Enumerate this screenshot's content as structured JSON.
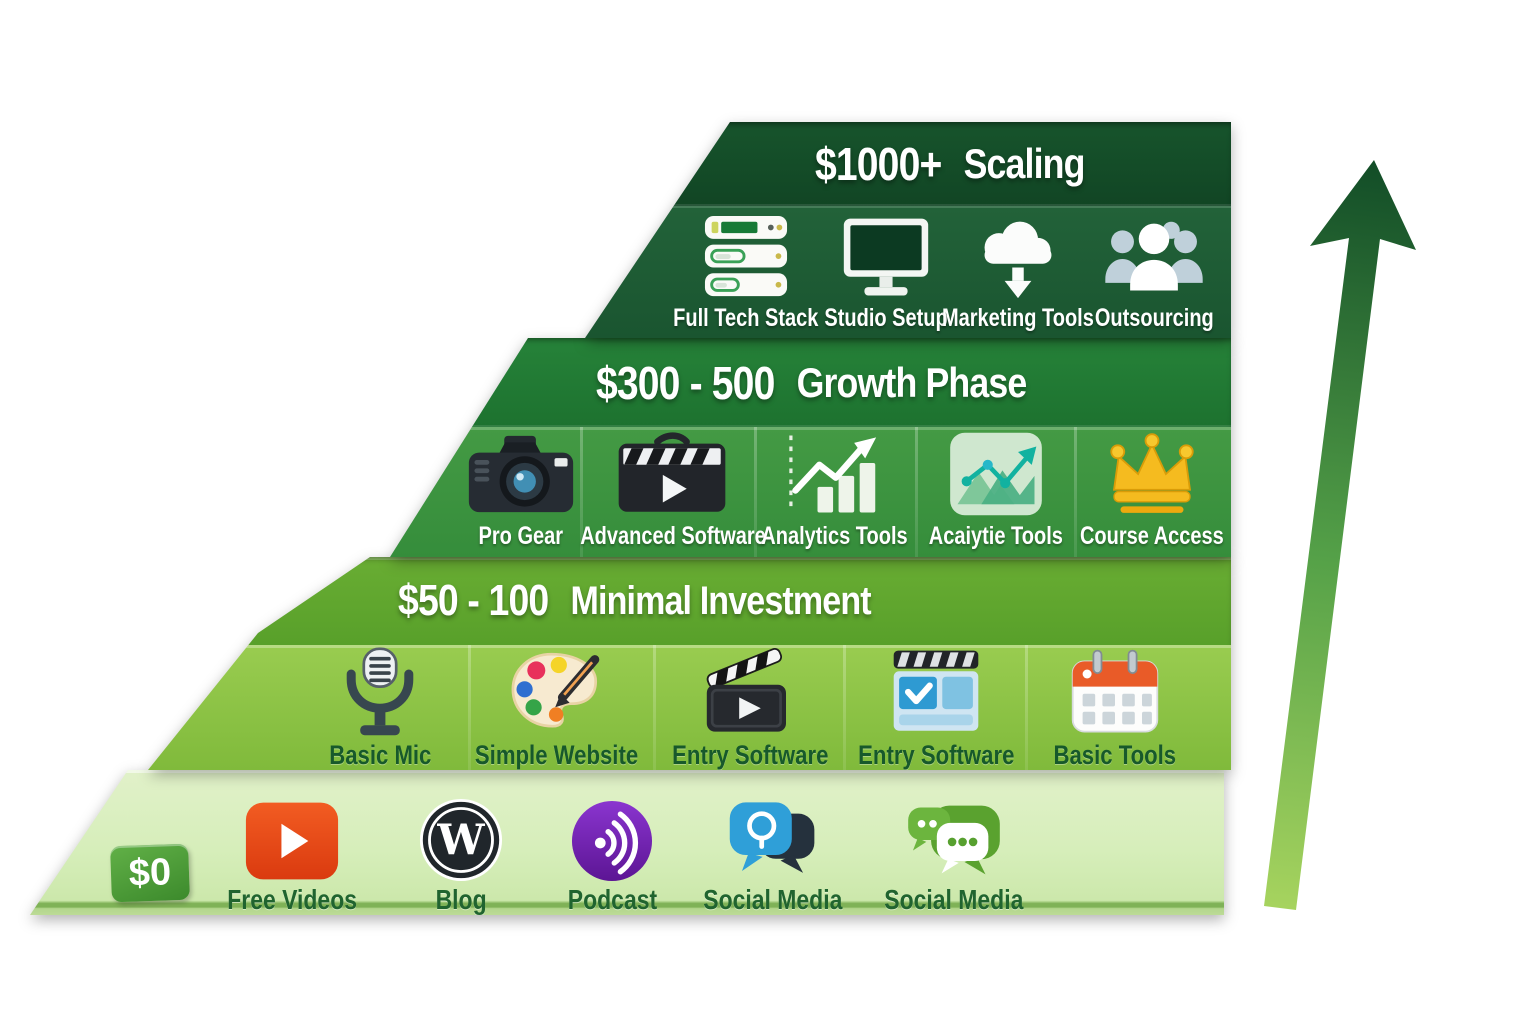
{
  "figure": {
    "type": "investment-tiers-infographic",
    "topic": "Content creation budget ladder from free to scaling"
  },
  "tiers": [
    {
      "id": "scaling",
      "price": "$1000+",
      "phase": "Scaling",
      "items": [
        {
          "label": "Full Tech Stack",
          "icon": "server-stack-icon"
        },
        {
          "label": "Studio Setup",
          "icon": "monitor-icon"
        },
        {
          "label": "Marketing Tools",
          "icon": "cloud-download-icon"
        },
        {
          "label": "Outsourcing",
          "icon": "team-icon"
        }
      ]
    },
    {
      "id": "growth",
      "price": "$300 - 500",
      "phase": "Growth Phase",
      "items": [
        {
          "label": "Pro Gear",
          "icon": "camera-icon"
        },
        {
          "label": "Advanced Software",
          "icon": "video-editor-icon"
        },
        {
          "label": "Analytics Tools",
          "icon": "bar-chart-icon"
        },
        {
          "label": "Acaiytie Tools",
          "icon": "area-chart-icon"
        },
        {
          "label": "Course Access",
          "icon": "crown-icon"
        }
      ]
    },
    {
      "id": "minimal",
      "price": "$50 - 100",
      "phase": "Minimal Investment",
      "items": [
        {
          "label": "Basic Mic",
          "icon": "microphone-icon"
        },
        {
          "label": "Simple Website",
          "icon": "palette-icon"
        },
        {
          "label": "Entry Software",
          "icon": "clapperboard-icon"
        },
        {
          "label": "Entry Software",
          "icon": "browser-window-icon"
        },
        {
          "label": "Basic Tools",
          "icon": "calendar-icon"
        }
      ]
    },
    {
      "id": "free",
      "price": "$0",
      "phase": "",
      "items": [
        {
          "label": "Free Videos",
          "icon": "youtube-play-icon"
        },
        {
          "label": "Blog",
          "icon": "wordpress-icon"
        },
        {
          "label": "Podcast",
          "icon": "podcast-icon"
        },
        {
          "label": "Social Media",
          "icon": "chat-bubbles-blue-icon"
        },
        {
          "label": "Social Media",
          "icon": "chat-bubbles-green-icon"
        }
      ]
    }
  ],
  "arrow": {
    "icon": "growth-arrow-icon",
    "direction": "up"
  },
  "colors": {
    "tier1_header": "#145129",
    "tier1_body": "#1f5f35",
    "tier2_header": "#26823a",
    "tier2_body": "#409743",
    "tier3_header": "#63a82f",
    "tier3_body": "#8cc546",
    "tier4_body": "#d8edbd",
    "label_white": "#ffffff",
    "label_dark_green": "#1a5c2c",
    "arrow_top": "#0b4424",
    "arrow_bottom": "#a9d55f",
    "youtube_red": "#e8481c",
    "wordpress_black": "#20262b",
    "podcast_purple": "#6d22ab",
    "crown_gold": "#f5bb1f",
    "badge_green": "#4e9a3e",
    "calendar_orange": "#e95b28"
  }
}
